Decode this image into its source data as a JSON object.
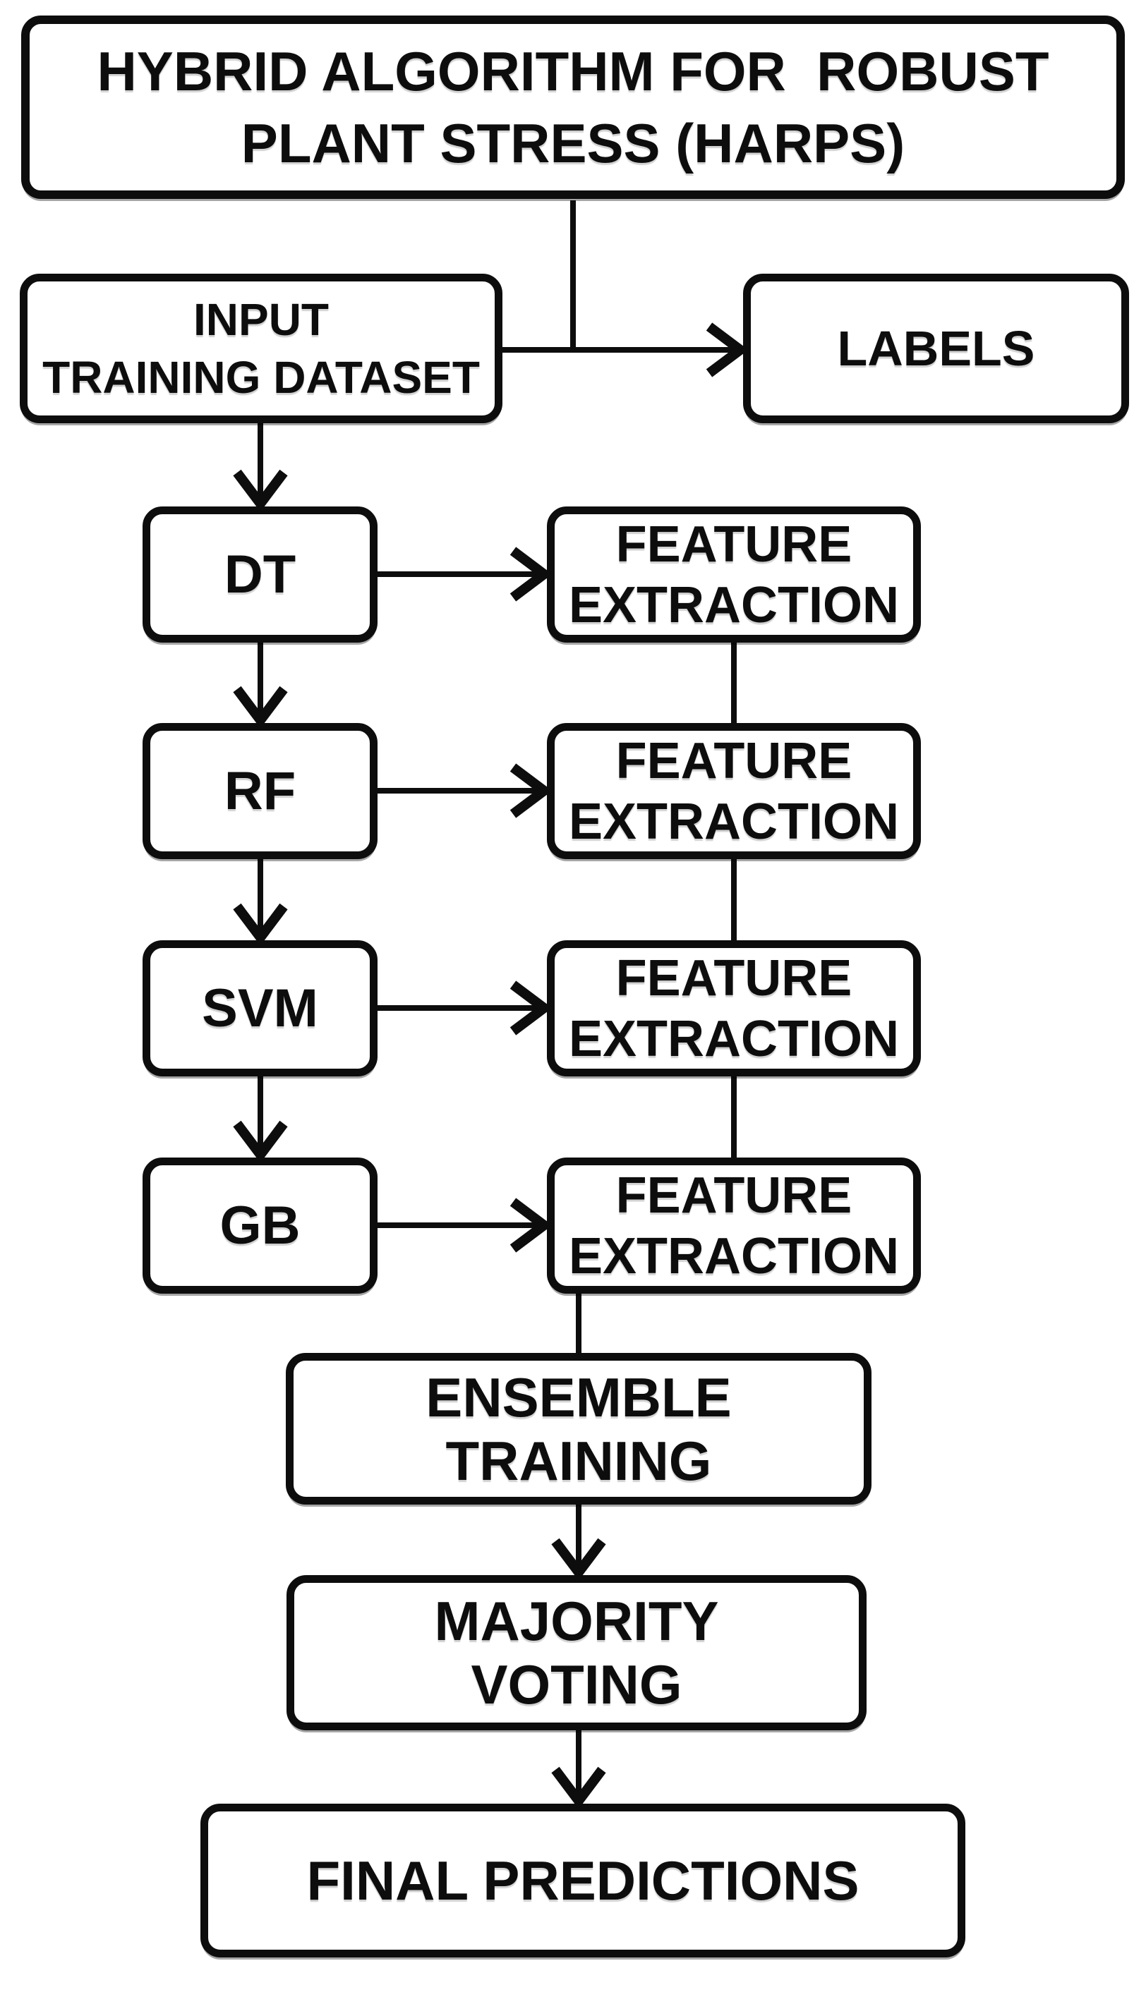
{
  "diagram_type": "flowchart",
  "colors": {
    "stroke": "#0d0d0d",
    "box_fill": "#ffffff",
    "background": "#ffffff"
  },
  "nodes": {
    "title": {
      "lines": [
        "HYBRID ALGORITHM FOR  ROBUST",
        "PLANT STRESS (HARPS)"
      ]
    },
    "input": {
      "lines": [
        "INPUT",
        "TRAINING DATASET"
      ]
    },
    "labels": {
      "lines": [
        "LABELS"
      ]
    },
    "dt": {
      "lines": [
        "DT"
      ]
    },
    "fe1": {
      "lines": [
        "FEATURE",
        "EXTRACTION"
      ]
    },
    "rf": {
      "lines": [
        "RF"
      ]
    },
    "fe2": {
      "lines": [
        "FEATURE",
        "EXTRACTION"
      ]
    },
    "svm": {
      "lines": [
        "SVM"
      ]
    },
    "fe3": {
      "lines": [
        "FEATURE",
        "EXTRACTION"
      ]
    },
    "gb": {
      "lines": [
        "GB"
      ]
    },
    "fe4": {
      "lines": [
        "FEATURE",
        "EXTRACTION"
      ]
    },
    "ensemble": {
      "lines": [
        "ENSEMBLE",
        "TRAINING"
      ]
    },
    "majority": {
      "lines": [
        "MAJORITY",
        "VOTING"
      ]
    },
    "final": {
      "lines": [
        "FINAL PREDICTIONS"
      ]
    }
  },
  "edges": [
    {
      "from": "title",
      "to": "input-labels-line",
      "arrow": false
    },
    {
      "from": "input",
      "to": "labels",
      "arrow": true
    },
    {
      "from": "input",
      "to": "dt",
      "arrow": true
    },
    {
      "from": "dt",
      "to": "fe1",
      "arrow": true
    },
    {
      "from": "dt",
      "to": "rf",
      "arrow": true
    },
    {
      "from": "rf",
      "to": "fe2",
      "arrow": true
    },
    {
      "from": "rf",
      "to": "svm",
      "arrow": true
    },
    {
      "from": "svm",
      "to": "fe3",
      "arrow": true
    },
    {
      "from": "svm",
      "to": "gb",
      "arrow": true
    },
    {
      "from": "gb",
      "to": "fe4",
      "arrow": true
    },
    {
      "from": "fe1",
      "to": "fe2",
      "arrow": false
    },
    {
      "from": "fe2",
      "to": "fe3",
      "arrow": false
    },
    {
      "from": "fe3",
      "to": "fe4",
      "arrow": false
    },
    {
      "from": "fe4",
      "to": "ensemble",
      "arrow": false
    },
    {
      "from": "ensemble",
      "to": "majority",
      "arrow": true
    },
    {
      "from": "majority",
      "to": "final",
      "arrow": true
    }
  ]
}
